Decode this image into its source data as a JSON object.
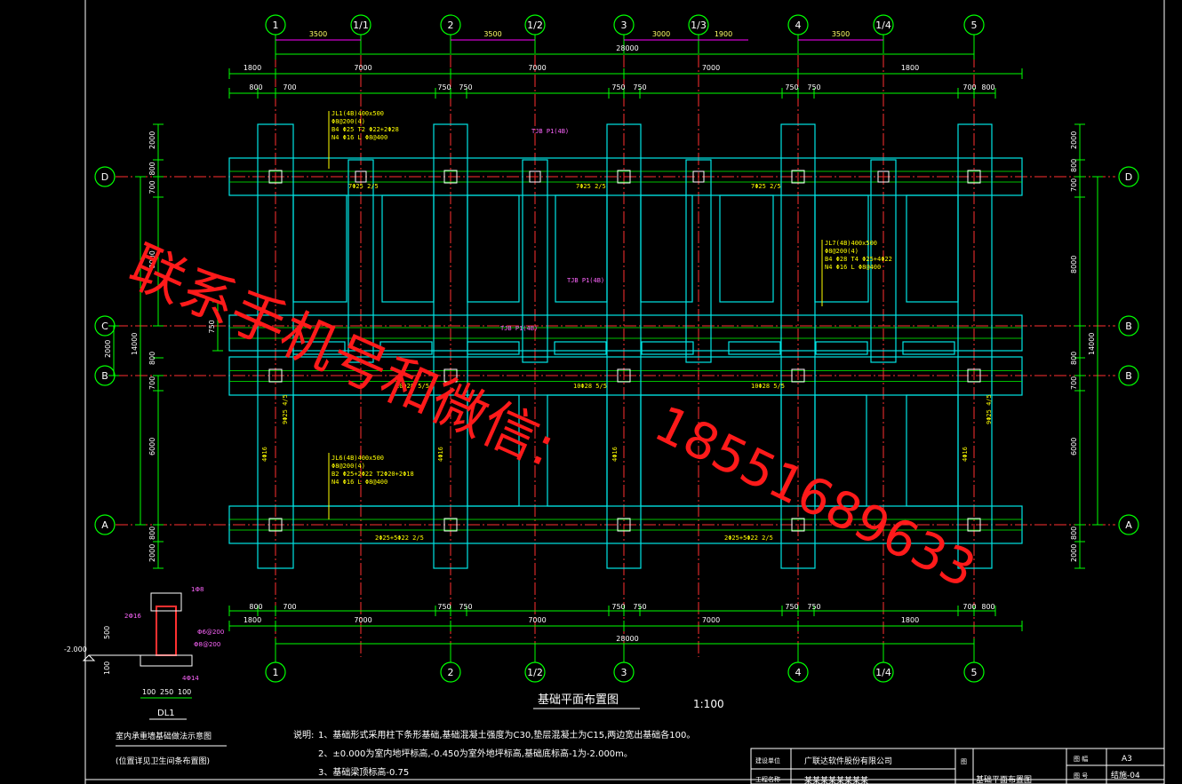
{
  "axes_top": [
    "1",
    "1/1",
    "2",
    "1/2",
    "3",
    "1/3",
    "4",
    "1/4",
    "5"
  ],
  "axes_bottom": [
    "1",
    "2",
    "1/2",
    "3",
    "4",
    "1/4",
    "5"
  ],
  "axes_left": [
    "D",
    "C",
    "B",
    "A"
  ],
  "axes_right": [
    "D",
    "B",
    "B",
    "A"
  ],
  "top_dims": {
    "row1": [
      "3500",
      "3500",
      "3000",
      "1900",
      "3500"
    ],
    "total": "28000",
    "row2": [
      "1800",
      "7000",
      "7000",
      "7000",
      "1800"
    ],
    "row3": [
      "800",
      "700",
      "750",
      "750",
      "750",
      "750",
      "750",
      "750",
      "700",
      "800"
    ]
  },
  "bottom_dims": {
    "row1": [
      "800",
      "700",
      "750",
      "750",
      "750",
      "750",
      "750",
      "750",
      "700",
      "800"
    ],
    "row2": [
      "1800",
      "7000",
      "7000",
      "7000",
      "1800"
    ],
    "total": "28000"
  },
  "left_dims": [
    "2000",
    "800",
    "700",
    "8000",
    "750",
    "2000",
    "750",
    "14000",
    "800",
    "700",
    "6000",
    "800",
    "2000"
  ],
  "right_dims": [
    "2000",
    "800",
    "700",
    "8000",
    "14000",
    "800",
    "700",
    "6000",
    "800",
    "2000"
  ],
  "beam_labels": {
    "jl1": [
      "JL1(4B)400x500",
      "Φ8@200(4)",
      "B4 Φ25 T2 Φ22+2Φ28",
      "N4 Φ16 L Φ8@400"
    ],
    "jl6": [
      "JL6(4B)400x500",
      "Φ8@200(4)",
      "B2 Φ25+2Φ22 T2Φ20+2Φ18",
      "N4 Φ16 L Φ8@400"
    ],
    "jl7": [
      "JL7(4B)400x500",
      "Φ8@200(4)",
      "B4 Φ28 T4 Φ25+4Φ22",
      "N4 Φ16 L Φ8@400"
    ],
    "tjb1": "TJB P1(4B)",
    "tjb2": "TJB P1(4B)",
    "tjb3": "TJB P1(4B)",
    "r1": "7Φ25 2/5",
    "r2": "7Φ25 2/5",
    "r3": "7Φ25 2/5",
    "r4": "10Φ28 5/5",
    "r5": "10Φ28 5/5",
    "r6": "10Φ28 5/5",
    "r7": "2Φ25+5Φ22 2/5",
    "r8": "2Φ25+5Φ22 2/5",
    "v1": "9Φ25 4/5",
    "v2": "9Φ25 4/5",
    "v3": "4Φ16",
    "v4": "4Φ16",
    "v5": "4Φ16",
    "v6": "4Φ16"
  },
  "section": {
    "title": "DL1",
    "label1": "室内承重墙基础做法示意图",
    "label2": "(位置详见卫生间条布置图)",
    "dims": [
      "500",
      "100",
      "100",
      "250",
      "100"
    ],
    "elev": "-2.000",
    "notes": [
      "1Φ8",
      "2Φ16",
      "Φ6@200",
      "Φ8@200",
      "4Φ14"
    ]
  },
  "plan_title": "基础平面布置图",
  "plan_scale": "1:100",
  "notes": {
    "heading": "说明:",
    "n1": "1、基础形式采用柱下条形基础,基础混凝土强度为C30,垫层混凝土为C15,两边宽出基础各100。",
    "n2": "2、±0.000为室内地坪标高,-0.450为室外地坪标高,基础底标高-1为-2.000m。",
    "n3": "3、基础梁顶标高-0.75"
  },
  "titleblock": {
    "c1": "建设单位",
    "c2": "广联达软件股份有限公司",
    "c3": "图",
    "c4": "基础平面布置图",
    "c5": "图 幅",
    "c6": "A3",
    "c7": "图 号",
    "c8": "结施-04",
    "c9": "工程名称",
    "c10": "某某某某某某某某"
  },
  "watermark": {
    "line1": "联系手机号和微信:",
    "line2": "18551689633"
  },
  "colors": {
    "bg": "#000000",
    "grid": "#00ff00",
    "beam": "#00ffff",
    "label": "#ffff00",
    "magenta": "#ff00ff",
    "red": "#ff0000",
    "white": "#ffffff"
  }
}
